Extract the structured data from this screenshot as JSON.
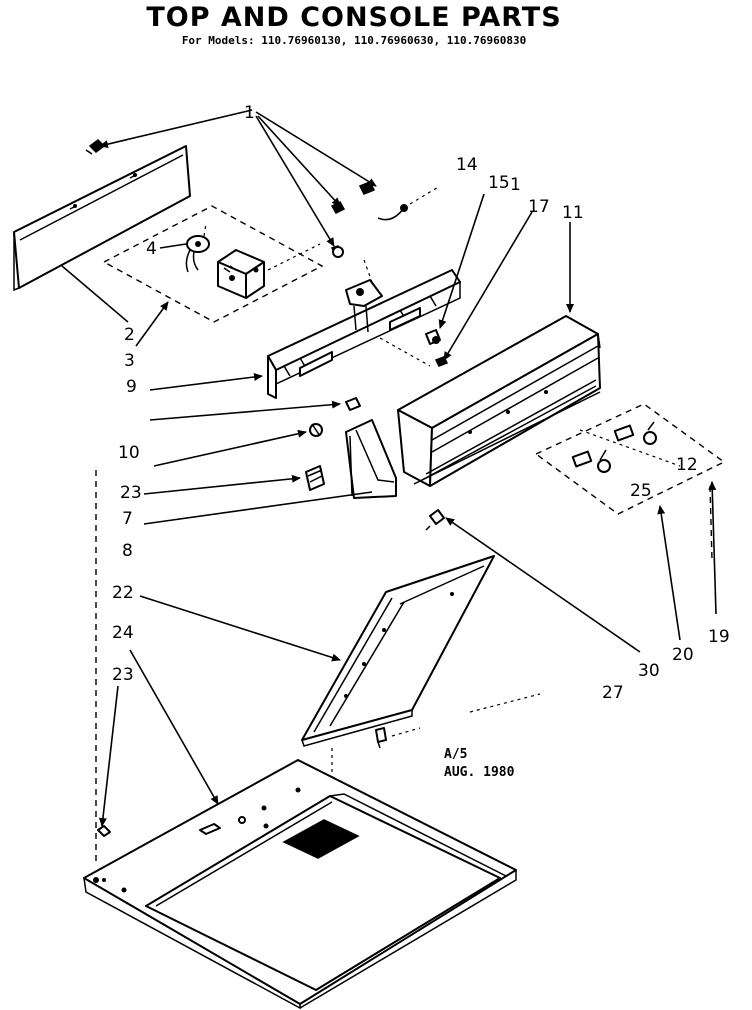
{
  "title": "TOP AND CONSOLE PARTS",
  "subtitle": "For Models: 110.76960130, 110.76960630, 110.76960830",
  "note": {
    "line1": "A/5",
    "line2": "AUG. 1980"
  },
  "callouts": {
    "c1a": "1",
    "c1b": "1",
    "c2": "2",
    "c3": "3",
    "c4": "4",
    "c7": "7",
    "c8": "8",
    "c9": "9",
    "c10": "10",
    "c11": "11",
    "c12": "12",
    "c14": "14",
    "c15": "15",
    "c17": "17",
    "c19": "19",
    "c20": "20",
    "c22": "22",
    "c23a": "23",
    "c23b": "23",
    "c24": "24",
    "c25": "25",
    "c27": "27",
    "c30": "30"
  }
}
